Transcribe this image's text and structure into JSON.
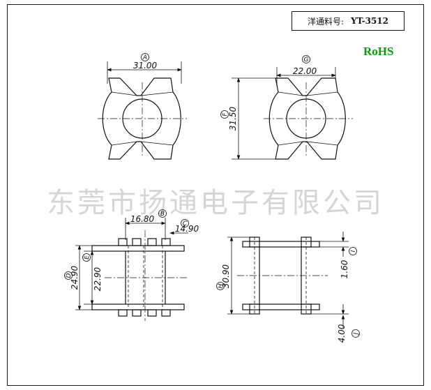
{
  "header": {
    "part_label": "洋通料号:",
    "part_number": "YT-3512",
    "rohs": "RoHS"
  },
  "watermark": "东莞市扬通电子有限公司",
  "dimensions": {
    "A": {
      "letter": "A",
      "value": "31.00"
    },
    "G": {
      "letter": "G",
      "value": "22.00"
    },
    "F": {
      "letter": "F",
      "value": "31.50"
    },
    "B": {
      "letter": "B",
      "value": "16.80"
    },
    "C": {
      "letter": "C",
      "value": "14.90"
    },
    "D": {
      "letter": "D",
      "value": "24.90"
    },
    "E": {
      "letter": "E",
      "value": "22.90"
    },
    "H": {
      "letter": "H",
      "value": "30.90"
    },
    "I": {
      "letter": "I",
      "value": "1.60"
    },
    "J": {
      "letter": "J",
      "value": "4.00"
    }
  }
}
